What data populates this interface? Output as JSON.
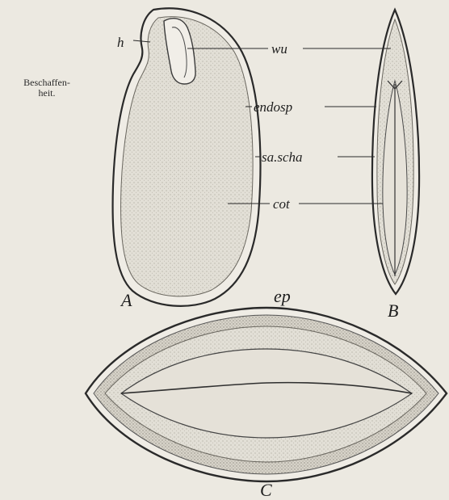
{
  "margin_note": {
    "line1": "Beschaffen-",
    "line2": "heit."
  },
  "labels": {
    "h": "h",
    "wu": "wu",
    "endosp": "endosp",
    "sa_scha": "sa.scha",
    "cot": "cot",
    "ep": "ep",
    "A": "A",
    "B": "B",
    "C": "C"
  },
  "colors": {
    "paper": "#ece9e1",
    "ink": "#2a2a2a",
    "seed_fill": "#e0ddd4",
    "coat": "#555555"
  }
}
